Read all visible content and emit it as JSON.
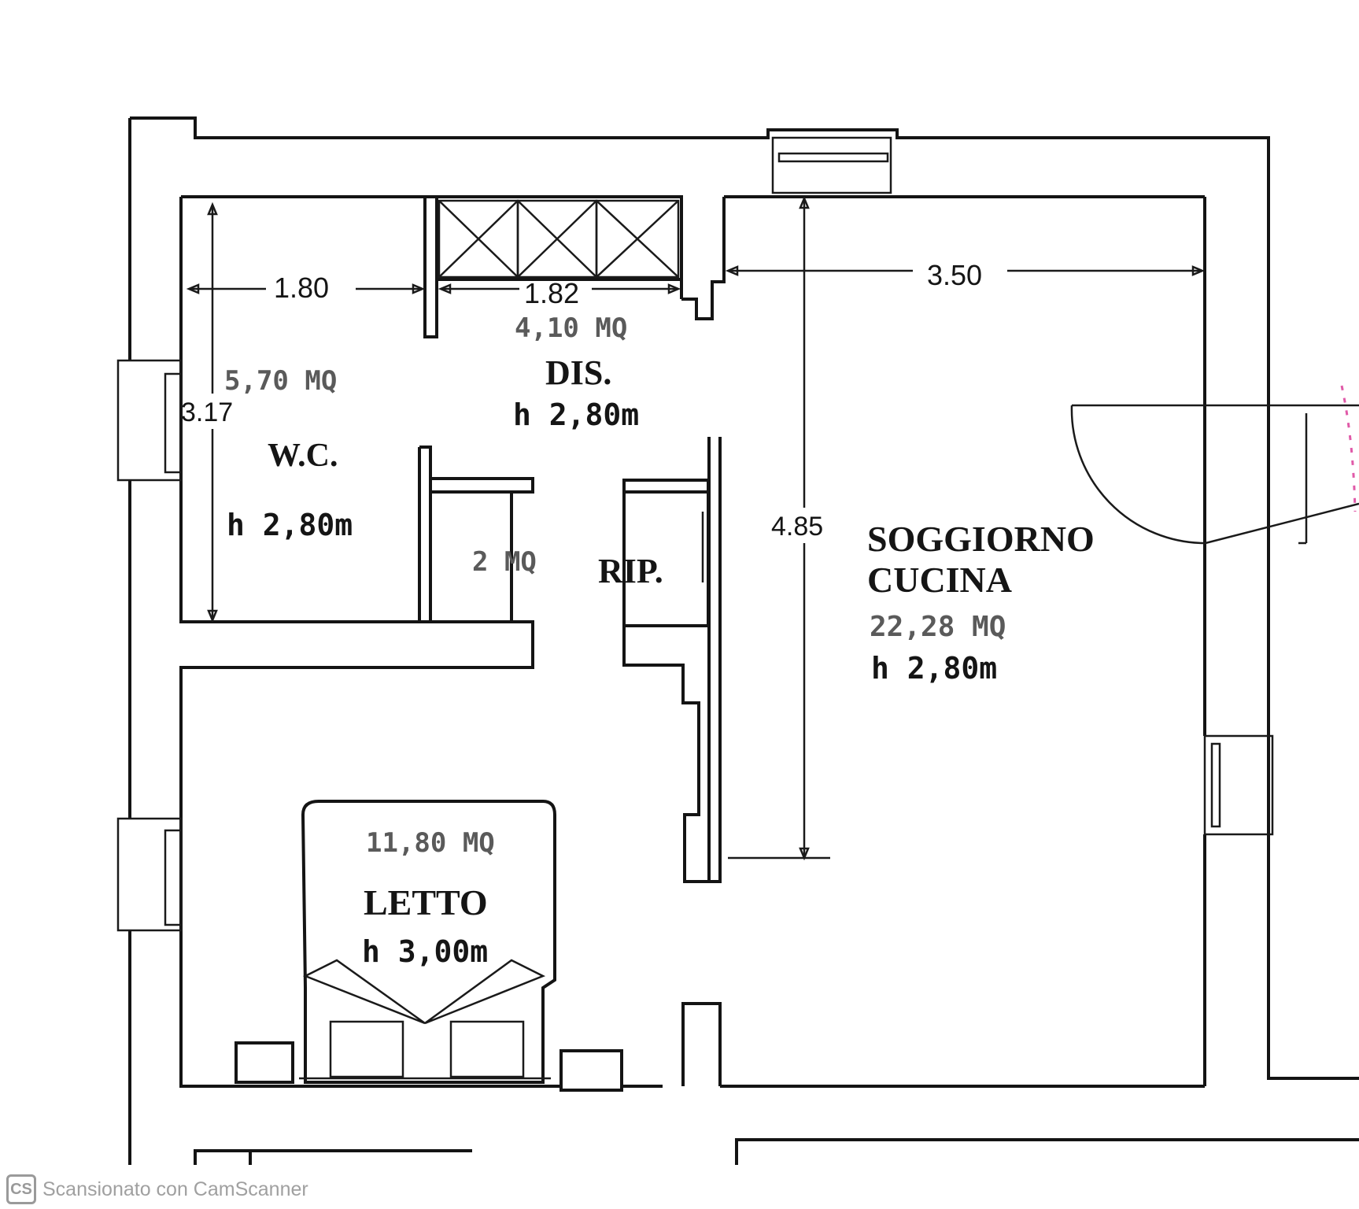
{
  "rooms": {
    "wc": {
      "name": "W.C.",
      "area": "5,70 MQ",
      "height": "h 2,80m"
    },
    "dis": {
      "name": "DIS.",
      "area": "4,10 MQ",
      "height": "h 2,80m"
    },
    "rip": {
      "name": "RIP.",
      "area": "2 MQ"
    },
    "soggiorno": {
      "name_line1": "SOGGIORNO",
      "name_line2": "CUCINA",
      "area": "22,28 MQ",
      "height": "h 2,80m"
    },
    "letto": {
      "name": "LETTO",
      "area": "11,80 MQ",
      "height": "h 3,00m"
    }
  },
  "dimensions": {
    "wc_width": "1.80",
    "dis_width": "1.82",
    "wc_depth": "3.17",
    "soggiorno_width": "3.50",
    "soggiorno_depth": "4.85"
  },
  "footer": {
    "logo": "CS",
    "text": "Scansionato con CamScanner"
  },
  "colors": {
    "ink": "#141414",
    "area_text": "#5a5a5a",
    "watermark": "#a0a0a0",
    "edge_pink": "#e05aa8"
  }
}
